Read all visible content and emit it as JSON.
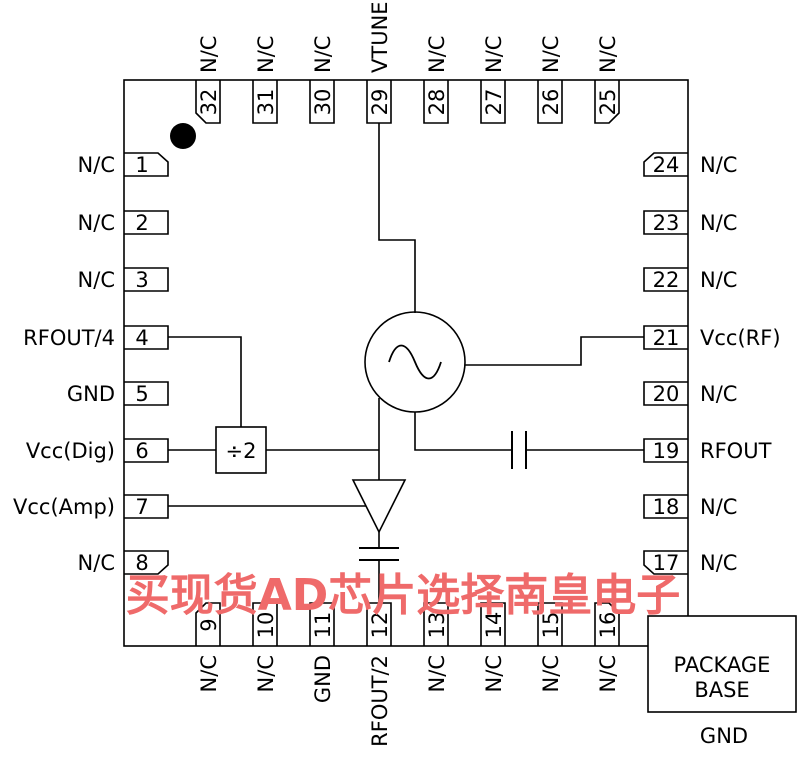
{
  "left_pins": [
    {
      "num": "1",
      "label": "N/C"
    },
    {
      "num": "2",
      "label": "N/C"
    },
    {
      "num": "3",
      "label": "N/C"
    },
    {
      "num": "4",
      "label": "RFOUT/4"
    },
    {
      "num": "5",
      "label": "GND"
    },
    {
      "num": "6",
      "label": "Vcc(Dig)"
    },
    {
      "num": "7",
      "label": "Vcc(Amp)"
    },
    {
      "num": "8",
      "label": "N/C"
    }
  ],
  "bottom_pins": [
    {
      "num": "9",
      "label": "N/C"
    },
    {
      "num": "10",
      "label": "N/C"
    },
    {
      "num": "11",
      "label": "GND"
    },
    {
      "num": "12",
      "label": "RFOUT/2"
    },
    {
      "num": "13",
      "label": "N/C"
    },
    {
      "num": "14",
      "label": "N/C"
    },
    {
      "num": "15",
      "label": "N/C"
    },
    {
      "num": "16",
      "label": "N/C"
    }
  ],
  "right_pins": [
    {
      "num": "17",
      "label": "N/C"
    },
    {
      "num": "18",
      "label": "N/C"
    },
    {
      "num": "19",
      "label": "RFOUT"
    },
    {
      "num": "20",
      "label": "N/C"
    },
    {
      "num": "21",
      "label": "Vcc(RF)"
    },
    {
      "num": "22",
      "label": "N/C"
    },
    {
      "num": "23",
      "label": "N/C"
    },
    {
      "num": "24",
      "label": "N/C"
    }
  ],
  "top_pins": [
    {
      "num": "25",
      "label": "N/C"
    },
    {
      "num": "26",
      "label": "N/C"
    },
    {
      "num": "27",
      "label": "N/C"
    },
    {
      "num": "28",
      "label": "N/C"
    },
    {
      "num": "29",
      "label": "VTUNE"
    },
    {
      "num": "30",
      "label": "N/C"
    },
    {
      "num": "31",
      "label": "N/C"
    },
    {
      "num": "32",
      "label": "N/C"
    }
  ],
  "divider_label": "÷2",
  "package_base": {
    "line1": "PACKAGE",
    "line2": "BASE",
    "gnd": "GND"
  },
  "watermark": "买现货AD芯片选择南皇电子"
}
